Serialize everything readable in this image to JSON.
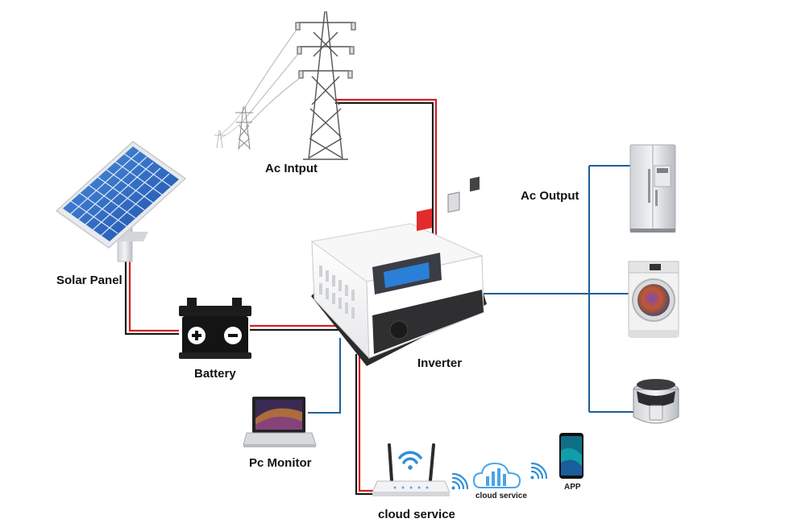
{
  "labels": {
    "ac_input": "Ac Intput",
    "ac_output": "Ac Output",
    "solar_panel": "Solar Panel",
    "battery": "Battery",
    "inverter": "Inverter",
    "pc_monitor": "Pc Monitor",
    "cloud_service_router": "cloud service",
    "cloud_service_cloud": "cloud service",
    "app": "APP"
  },
  "colors": {
    "wire_red": "#d0201e",
    "wire_black": "#1b1b1b",
    "wire_blue": "#1f5f99",
    "wifi_blue": "#2f8fd8"
  },
  "icons": {
    "power_tower": "transmission-tower-icon",
    "solar_panel": "solar-panel-icon",
    "battery": "car-battery-icon",
    "inverter": "inverter-icon",
    "refrigerator": "refrigerator-icon",
    "washing_machine": "washing-machine-icon",
    "rice_cooker": "rice-cooker-icon",
    "laptop": "laptop-icon",
    "router": "wifi-router-icon",
    "cloud": "cloud-icon",
    "phone": "smartphone-icon",
    "wifi": "wifi-signal-icon"
  }
}
